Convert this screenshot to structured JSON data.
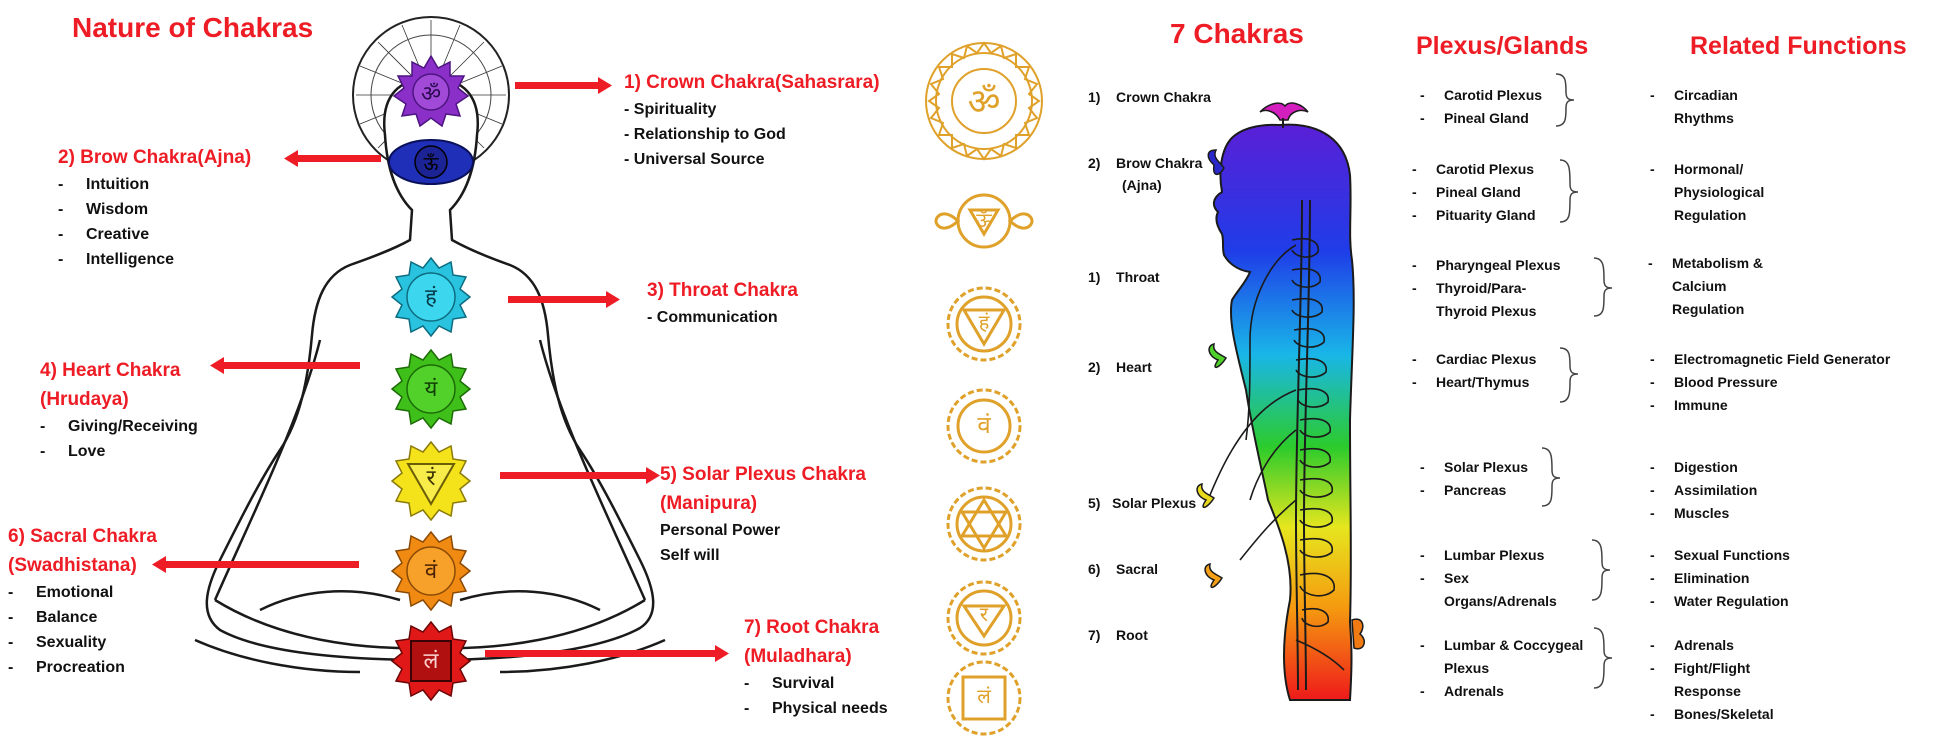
{
  "left": {
    "title": "Nature of Chakras",
    "crown": {
      "heading": "1)   Crown Chakra(Sahasrara)",
      "items": [
        "- Spirituality",
        "- Relationship to God",
        "- Universal Source"
      ]
    },
    "brow": {
      "heading": "2)  Brow Chakra(Ajna)",
      "items": [
        "Intuition",
        "Wisdom",
        "Creative",
        "Intelligence"
      ]
    },
    "throat": {
      "heading": "3) Throat Chakra",
      "items": [
        "- Communication"
      ]
    },
    "heart": {
      "heading1": "4) Heart Chakra",
      "heading2": "(Hrudaya)",
      "items": [
        "Giving/Receiving",
        "Love"
      ]
    },
    "solar": {
      "heading1": "5) Solar Plexus Chakra",
      "heading2": "(Manipura)",
      "items": [
        "Personal Power",
        "Self will"
      ]
    },
    "sacral": {
      "heading1": "6) Sacral Chakra",
      "heading2": "(Swadhistana)",
      "items": [
        "Emotional",
        "Balance",
        "Sexuality",
        "Procreation"
      ]
    },
    "root": {
      "heading1": "7) Root Chakra",
      "heading2": "(Muladhara)",
      "items": [
        "Survival",
        "Physical needs"
      ]
    },
    "dash": "-"
  },
  "glyphs": [
    "ॐ",
    "ऊँ",
    "हं",
    "यं",
    "रं",
    "वं",
    "लं"
  ],
  "chakra_colors": [
    "#8b2fc9",
    "#1f2fb8",
    "#29c3df",
    "#3fbf1a",
    "#f4e21a",
    "#f08a12",
    "#e01818"
  ],
  "symbol_color": "#e0a12a",
  "right": {
    "title": "7 Chakras",
    "col_plexus": "Plexus/Glands",
    "col_functions": "Related Functions",
    "dash": "-",
    "rows": [
      {
        "num": "1)",
        "name": "Crown Chakra",
        "name2": "",
        "plexus": [
          "Carotid Plexus",
          "Pineal Gland"
        ],
        "functions": [
          "Circadian",
          "Rhythms"
        ],
        "func_dash": [
          true,
          false
        ]
      },
      {
        "num": "2)",
        "name": "Brow Chakra",
        "name2": "(Ajna)",
        "plexus": [
          "Carotid Plexus",
          "Pineal Gland",
          "Pituarity Gland"
        ],
        "functions": [
          "Hormonal/",
          "Physiological",
          "Regulation"
        ],
        "func_dash": [
          true,
          false,
          false
        ]
      },
      {
        "num": "1)",
        "name": "Throat",
        "name2": "",
        "plexus": [
          "Pharyngeal Plexus",
          "Thyroid/Para-",
          "Thyroid Plexus"
        ],
        "plexus_dash": [
          true,
          true,
          false
        ],
        "functions": [
          "Metabolism &",
          "Calcium",
          "Regulation"
        ],
        "func_dash": [
          true,
          false,
          false
        ]
      },
      {
        "num": "2)",
        "name": "Heart",
        "name2": "",
        "plexus": [
          "Cardiac Plexus",
          "Heart/Thymus"
        ],
        "functions": [
          "Electromagnetic Field Generator",
          "Blood Pressure",
          "Immune"
        ],
        "func_dash": [
          true,
          true,
          true
        ]
      },
      {
        "num": "5)",
        "name": "Solar Plexus",
        "name2": "",
        "plexus": [
          "Solar Plexus",
          "Pancreas"
        ],
        "functions": [
          "Digestion",
          "Assimilation",
          "Muscles"
        ],
        "func_dash": [
          true,
          true,
          true
        ]
      },
      {
        "num": "6)",
        "name": "Sacral",
        "name2": "",
        "plexus": [
          "Lumbar Plexus",
          "Sex",
          "Organs/Adrenals"
        ],
        "plexus_dash": [
          true,
          true,
          false
        ],
        "functions": [
          "Sexual Functions",
          "Elimination",
          "Water Regulation"
        ],
        "func_dash": [
          true,
          true,
          true
        ]
      },
      {
        "num": "7)",
        "name": "Root",
        "name2": "",
        "plexus": [
          "Lumbar & Coccygeal",
          "Plexus",
          "Adrenals"
        ],
        "plexus_dash": [
          true,
          false,
          true
        ],
        "functions": [
          "Adrenals",
          "Fight/Flight",
          "Response",
          "Bones/Skeletal"
        ],
        "func_dash": [
          true,
          true,
          false,
          true
        ]
      }
    ]
  }
}
